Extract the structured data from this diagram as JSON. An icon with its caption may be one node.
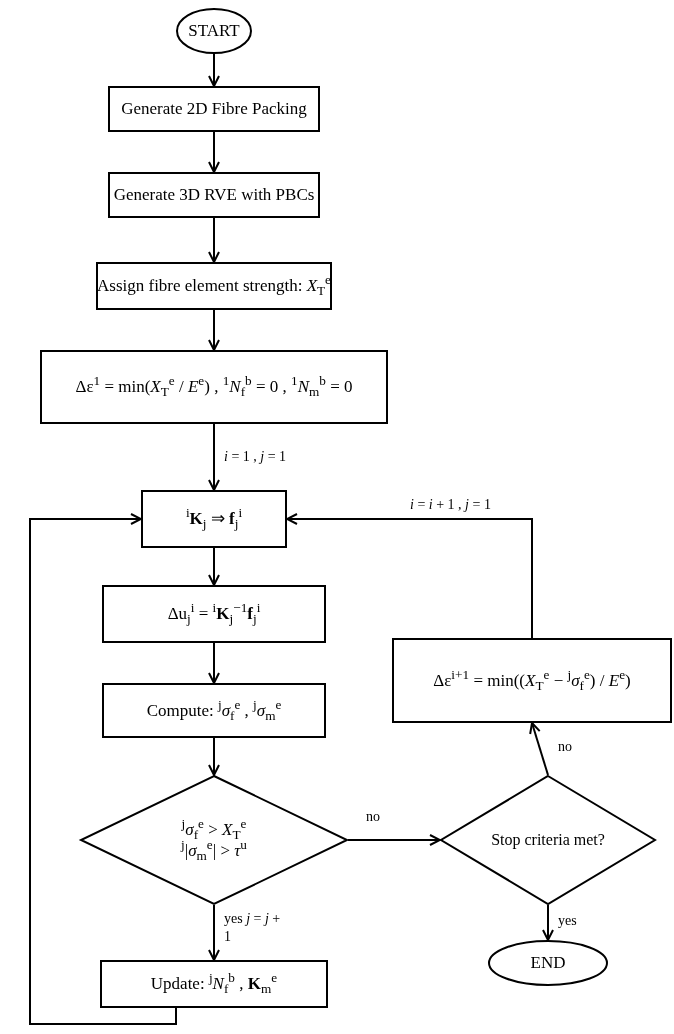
{
  "diagram": {
    "nodes": [
      {
        "text": [
          "START"
        ]
      },
      {
        "text": [
          "Generate 2D Fibre Packing"
        ]
      },
      {
        "text": [
          "Generate 3D RVE with PBCs"
        ]
      },
      {
        "text": [
          "Assign fibre element strength: *X*$_{T}$$^{e}$"
        ]
      },
      {
        "text": [
          "Δε$^{1}$ = min(*X*$_{T}$$^{e}$ / *E*$^{e}$) , $^{1}$*N*$_{f}$$^{b}$ = 0 , $^{1}$*N*$_{m}$$^{b}$ = 0"
        ]
      },
      {
        "text": [
          "$^{i}$**K**$_{j}$ ⇒ **f**$_{j}$$^{i}$"
        ]
      },
      {
        "text": [
          "Δu$_{j}$$^{i}$ = $^{i}$**K**$_{j}$$^{−1}$**f**$_{j}$$^{i}$"
        ]
      },
      {
        "text": [
          "Compute: $^{j}$*σ*$_{f}$$^{e}$ , $^{j}$*σ*$_{m}$$^{e}$"
        ]
      },
      {
        "text": [
          "$^{j}$*σ*$_{f}$$^{e}$ > *X*$_{T}$$^{e}$",
          "$^{j}$|*σ*$_{m}$$^{e}$| > *τ*$^{u}$"
        ]
      },
      {
        "text": [
          "Update: $^{j}$*N*$_{f}$$^{b}$ , **K**$_{m}$$^{e}$"
        ]
      },
      {
        "text": [
          "Stop criteria met?"
        ]
      },
      {
        "text": [
          "Δε$^{i+1}$ = min((*X*$_{T}$$^{e}$ − $^{j}$*σ*$_{f}$$^{e}$) / *E*$^{e}$)"
        ]
      },
      {
        "text": [
          "END"
        ]
      }
    ],
    "edges": [
      {
        "from": 0,
        "to": 1,
        "arrow": "to"
      },
      {
        "from": 1,
        "to": 2,
        "arrow": "to"
      },
      {
        "from": 2,
        "to": 3,
        "arrow": "to"
      },
      {
        "from": 3,
        "to": 4,
        "arrow": "to"
      },
      {
        "from": 4,
        "to": 5,
        "arrow": "to",
        "label": "*i* = 1 , *j* = 1"
      },
      {
        "from": 5,
        "to": 6,
        "arrow": "to"
      },
      {
        "from": 6,
        "to": 7,
        "arrow": "to"
      },
      {
        "from": 7,
        "to": 8,
        "arrow": "to"
      },
      {
        "from": 8,
        "to": 9,
        "arrow": "to",
        "label": "yes *j* = *j* + 1"
      },
      {
        "from": 8,
        "to": 10,
        "arrow": "to",
        "label": "no"
      },
      {
        "from": 10,
        "to": 12,
        "arrow": "to",
        "label": "yes"
      },
      {
        "from": 10,
        "to": 11,
        "arrow": "to",
        "label": "no"
      },
      {
        "from": 11,
        "to": 5,
        "arrow": "to",
        "label": "*i* = *i* + 1 , *j* = 1"
      },
      {
        "from": 9,
        "to": 5,
        "arrow": "to"
      }
    ]
  }
}
